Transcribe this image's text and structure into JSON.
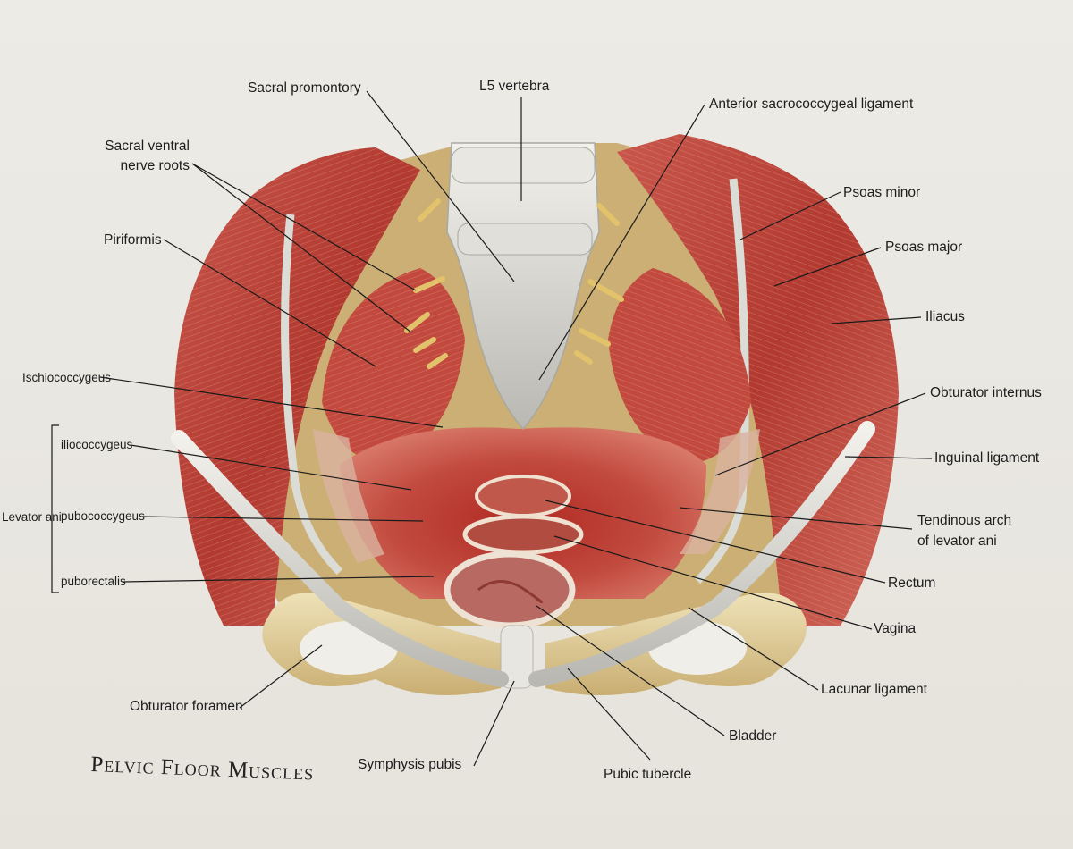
{
  "title": "Pelvic Floor Muscles",
  "labels": {
    "sacral_promontory": "Sacral promontory",
    "l5_vertebra": "L5 vertebra",
    "anterior_sacrococcygeal_ligament": "Anterior sacrococcygeal ligament",
    "sacral_ventral_nerve_roots_1": "Sacral ventral",
    "sacral_ventral_nerve_roots_2": "nerve roots",
    "psoas_minor": "Psoas minor",
    "psoas_major": "Psoas major",
    "piriformis": "Piriformis",
    "iliacus": "Iliacus",
    "ischiococcygeus": "Ischiococcygeus",
    "obturator_internus": "Obturator internus",
    "iliococcygeus": "iliococcygeus",
    "inguinal_ligament": "Inguinal ligament",
    "levator_ani": "Levator ani",
    "pubococcygeus": "pubococcygeus",
    "tendinous_arch_1": "Tendinous arch",
    "tendinous_arch_2": "of levator ani",
    "puborectalis": "puborectalis",
    "rectum": "Rectum",
    "vagina": "Vagina",
    "lacunar_ligament": "Lacunar ligament",
    "obturator_foramen": "Obturator foramen",
    "bladder": "Bladder",
    "symphysis_pubis": "Symphysis pubis",
    "pubic_tubercle": "Pubic tubercle"
  }
}
